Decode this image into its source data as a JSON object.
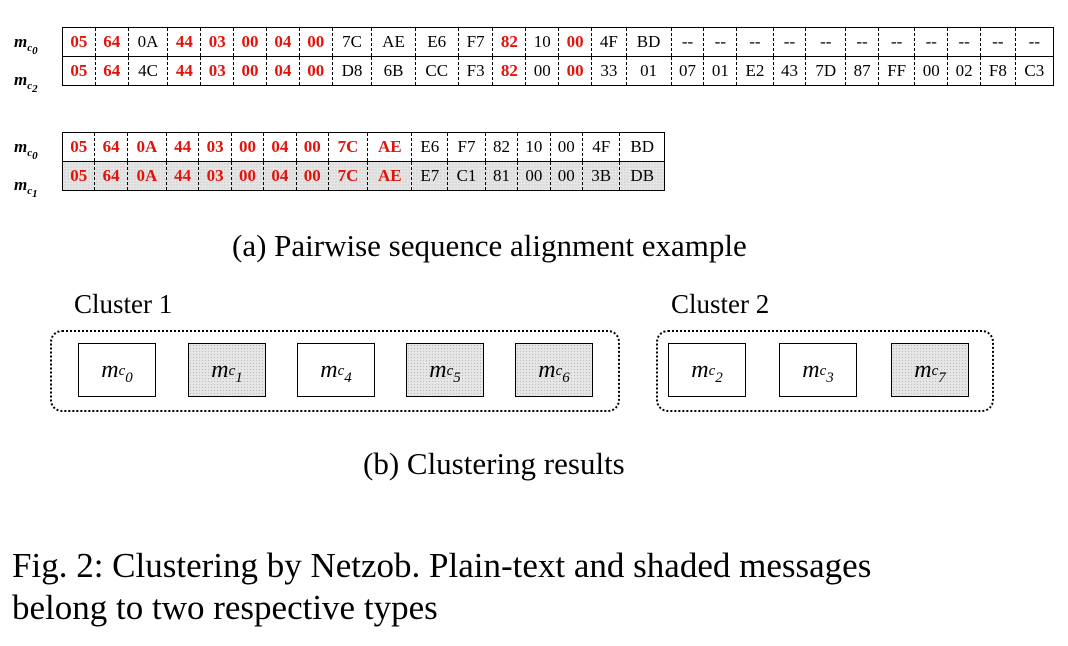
{
  "alignment_top": {
    "rows": [
      {
        "label": {
          "base": "m",
          "sub": "c",
          "subsub": "0"
        },
        "cells": [
          {
            "t": "05",
            "hl": true
          },
          {
            "t": "64",
            "hl": true
          },
          {
            "t": "0A",
            "hl": false
          },
          {
            "t": "44",
            "hl": true
          },
          {
            "t": "03",
            "hl": true
          },
          {
            "t": "00",
            "hl": true
          },
          {
            "t": "04",
            "hl": true
          },
          {
            "t": "00",
            "hl": true
          },
          {
            "t": "7C",
            "hl": false
          },
          {
            "t": "AE",
            "hl": false
          },
          {
            "t": "E6",
            "hl": false
          },
          {
            "t": "F7",
            "hl": false
          },
          {
            "t": "82",
            "hl": true
          },
          {
            "t": "10",
            "hl": false
          },
          {
            "t": "00",
            "hl": true
          },
          {
            "t": "4F",
            "hl": false
          },
          {
            "t": "BD",
            "hl": false
          },
          {
            "t": "--",
            "hl": false
          },
          {
            "t": "--",
            "hl": false
          },
          {
            "t": "--",
            "hl": false
          },
          {
            "t": "--",
            "hl": false
          },
          {
            "t": "--",
            "hl": false
          },
          {
            "t": "--",
            "hl": false
          },
          {
            "t": "--",
            "hl": false
          },
          {
            "t": "--",
            "hl": false
          },
          {
            "t": "--",
            "hl": false
          },
          {
            "t": "--",
            "hl": false
          },
          {
            "t": "--",
            "hl": false
          }
        ]
      },
      {
        "label": {
          "base": "m",
          "sub": "c",
          "subsub": "2"
        },
        "cells": [
          {
            "t": "05",
            "hl": true
          },
          {
            "t": "64",
            "hl": true
          },
          {
            "t": "4C",
            "hl": false
          },
          {
            "t": "44",
            "hl": true
          },
          {
            "t": "03",
            "hl": true
          },
          {
            "t": "00",
            "hl": true
          },
          {
            "t": "04",
            "hl": true
          },
          {
            "t": "00",
            "hl": true
          },
          {
            "t": "D8",
            "hl": false
          },
          {
            "t": "6B",
            "hl": false
          },
          {
            "t": "CC",
            "hl": false
          },
          {
            "t": "F3",
            "hl": false
          },
          {
            "t": "82",
            "hl": true
          },
          {
            "t": "00",
            "hl": false
          },
          {
            "t": "00",
            "hl": true
          },
          {
            "t": "33",
            "hl": false
          },
          {
            "t": "01",
            "hl": false
          },
          {
            "t": "07",
            "hl": false
          },
          {
            "t": "01",
            "hl": false
          },
          {
            "t": "E2",
            "hl": false
          },
          {
            "t": "43",
            "hl": false
          },
          {
            "t": "7D",
            "hl": false
          },
          {
            "t": "87",
            "hl": false
          },
          {
            "t": "FF",
            "hl": false
          },
          {
            "t": "00",
            "hl": false
          },
          {
            "t": "02",
            "hl": false
          },
          {
            "t": "F8",
            "hl": false
          },
          {
            "t": "C3",
            "hl": false
          }
        ]
      }
    ]
  },
  "alignment_bottom": {
    "rows": [
      {
        "label": {
          "base": "m",
          "sub": "c",
          "subsub": "0"
        },
        "shaded": false,
        "cells": [
          {
            "t": "05",
            "hl": true
          },
          {
            "t": "64",
            "hl": true
          },
          {
            "t": "0A",
            "hl": true
          },
          {
            "t": "44",
            "hl": true
          },
          {
            "t": "03",
            "hl": true
          },
          {
            "t": "00",
            "hl": true
          },
          {
            "t": "04",
            "hl": true
          },
          {
            "t": "00",
            "hl": true
          },
          {
            "t": "7C",
            "hl": true
          },
          {
            "t": "AE",
            "hl": true
          },
          {
            "t": "E6",
            "hl": false
          },
          {
            "t": "F7",
            "hl": false
          },
          {
            "t": "82",
            "hl": false
          },
          {
            "t": "10",
            "hl": false
          },
          {
            "t": "00",
            "hl": false
          },
          {
            "t": "4F",
            "hl": false
          },
          {
            "t": "BD",
            "hl": false
          }
        ]
      },
      {
        "label": {
          "base": "m",
          "sub": "c",
          "subsub": "1"
        },
        "shaded": true,
        "cells": [
          {
            "t": "05",
            "hl": true
          },
          {
            "t": "64",
            "hl": true
          },
          {
            "t": "0A",
            "hl": true
          },
          {
            "t": "44",
            "hl": true
          },
          {
            "t": "03",
            "hl": true
          },
          {
            "t": "00",
            "hl": true
          },
          {
            "t": "04",
            "hl": true
          },
          {
            "t": "00",
            "hl": true
          },
          {
            "t": "7C",
            "hl": true
          },
          {
            "t": "AE",
            "hl": true
          },
          {
            "t": "E7",
            "hl": false
          },
          {
            "t": "C1",
            "hl": false
          },
          {
            "t": "81",
            "hl": false
          },
          {
            "t": "00",
            "hl": false
          },
          {
            "t": "00",
            "hl": false
          },
          {
            "t": "3B",
            "hl": false
          },
          {
            "t": "DB",
            "hl": false
          }
        ]
      }
    ]
  },
  "caption_a": "(a) Pairwise sequence alignment example",
  "clusters": [
    {
      "title": "Cluster 1",
      "messages": [
        {
          "base": "m",
          "sub": "c",
          "subsub": "0",
          "shaded": false
        },
        {
          "base": "m",
          "sub": "c",
          "subsub": "1",
          "shaded": true
        },
        {
          "base": "m",
          "sub": "c",
          "subsub": "4",
          "shaded": false
        },
        {
          "base": "m",
          "sub": "c",
          "subsub": "5",
          "shaded": true
        },
        {
          "base": "m",
          "sub": "c",
          "subsub": "6",
          "shaded": true
        }
      ]
    },
    {
      "title": "Cluster 2",
      "messages": [
        {
          "base": "m",
          "sub": "c",
          "subsub": "2",
          "shaded": false
        },
        {
          "base": "m",
          "sub": "c",
          "subsub": "3",
          "shaded": false
        },
        {
          "base": "m",
          "sub": "c",
          "subsub": "7",
          "shaded": true
        }
      ]
    }
  ],
  "caption_b": "(b) Clustering results",
  "figure_caption": {
    "line1": "Fig. 2: Clustering by Netzob. Plain-text and shaded messages",
    "line2": "belong to two respective types"
  },
  "colors": {
    "highlight": "#e3120b",
    "shade": "#e6e6e6"
  }
}
